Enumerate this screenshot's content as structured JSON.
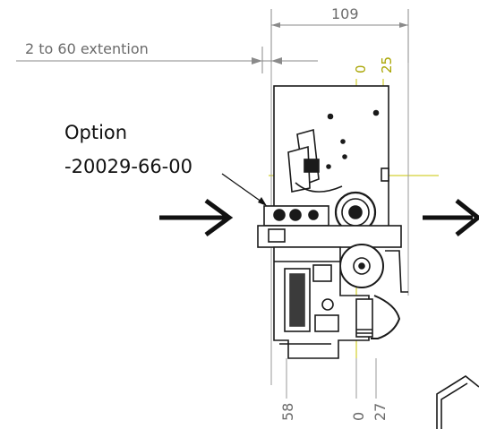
{
  "labels": {
    "width_dim": "109",
    "extension": "2 to 60 extention",
    "option_line1": "Option",
    "option_line2": "-20029-66-00",
    "top_zero": "0",
    "top_25": "25",
    "bottom_58": "58",
    "bottom_zero": "0",
    "bottom_27": "27"
  },
  "colors": {
    "dimension_line": "#8a8a8a",
    "centerline": "#c8c400",
    "part_outline": "#1a1a1a",
    "arrow": "#111111"
  },
  "icons": {
    "feed_in": "arrow-right-icon",
    "feed_out": "arrow-right-icon"
  }
}
